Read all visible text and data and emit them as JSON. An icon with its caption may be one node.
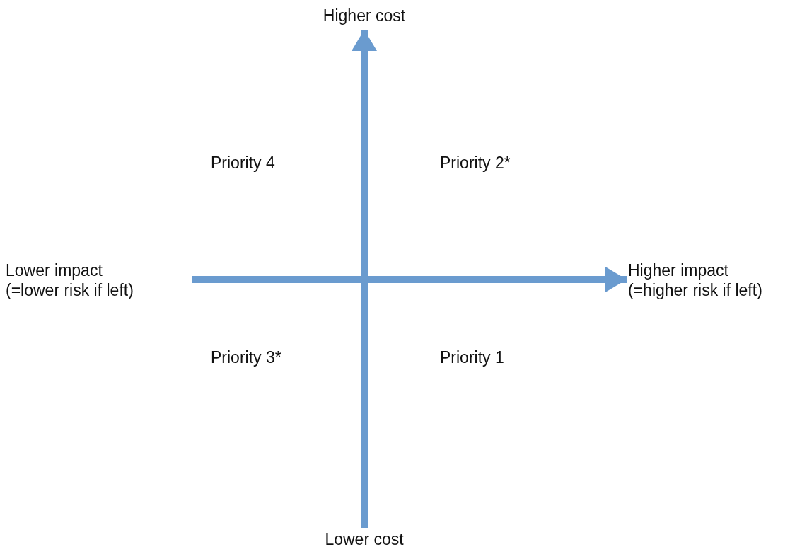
{
  "diagram": {
    "nodes": [
      {
        "text": [
          "Higher cost"
        ]
      },
      {
        "text": [
          "Lower impact",
          "(=lower risk if left)"
        ]
      },
      {
        "text": [
          "Higher impact",
          "(=higher risk if left)"
        ]
      },
      {
        "text": [
          "Lower cost"
        ]
      }
    ],
    "edges": [
      {
        "from": 3,
        "to": 0,
        "arrow": "to"
      },
      {
        "from": 1,
        "to": 2,
        "arrow": "to"
      }
    ],
    "labels": [
      "Priority 4",
      "Priority 2*",
      "Priority 3*",
      "Priority 1"
    ]
  }
}
